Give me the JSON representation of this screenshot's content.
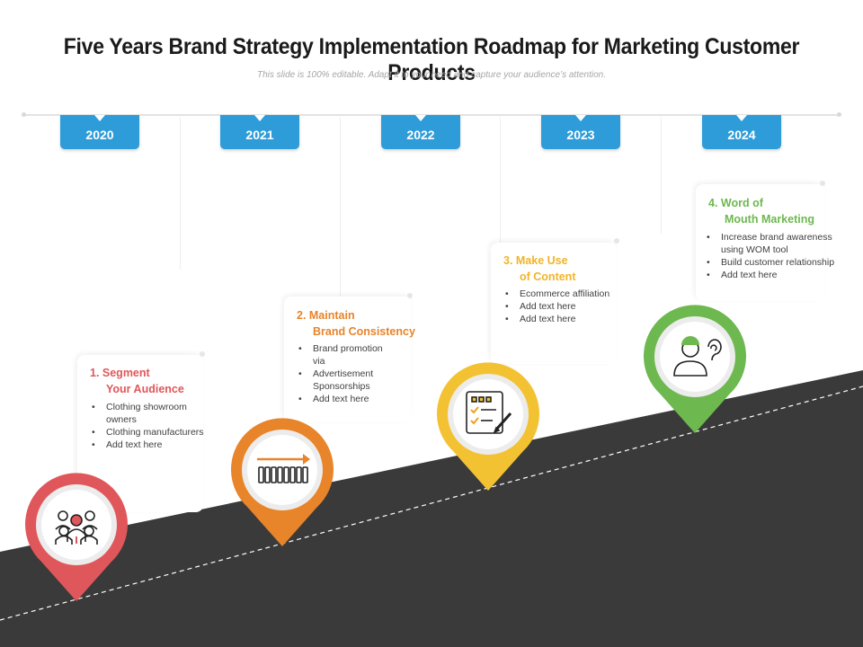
{
  "title": "Five Years Brand Strategy Implementation Roadmap for Marketing Customer Products",
  "subtitle": "This slide is 100% editable. Adapt it to your need and capture your audience’s attention.",
  "years": [
    "2020",
    "2021",
    "2022",
    "2023",
    "2024"
  ],
  "steps": [
    {
      "heading_line1": "1. Segment",
      "heading_line2": "Your Audience",
      "color": "#e0575b",
      "icon": "team-icon",
      "bullets": [
        "Clothing showroom owners",
        "Clothing manufacturers",
        "Add text here"
      ]
    },
    {
      "heading_line1": "2. Maintain",
      "heading_line2": "Brand Consistency",
      "color": "#e8842a",
      "icon": "progress-arrow-icon",
      "bullets": [
        "Brand promotion  via",
        "Advertisement Sponsorships",
        "Add text here"
      ]
    },
    {
      "heading_line1": "3. Make Use",
      "heading_line2": "of Content",
      "color": "#f3c232",
      "icon": "checklist-icon",
      "bullets": [
        "Ecommerce affiliation",
        "Add text here",
        "Add text here"
      ]
    },
    {
      "heading_line1": "4. Word of",
      "heading_line2": "Mouth Marketing",
      "color": "#6db84f",
      "icon": "listening-person-icon",
      "bullets": [
        "Increase brand awareness using WOM tool",
        "Build customer relationship",
        "Add text here"
      ]
    }
  ],
  "colors": {
    "year_box": "#2e9cd9",
    "road": "#3a3a3a",
    "heading_1": "#e0575b",
    "heading_2": "#e8842a",
    "heading_3": "#f0b429",
    "heading_4": "#6db84f"
  }
}
